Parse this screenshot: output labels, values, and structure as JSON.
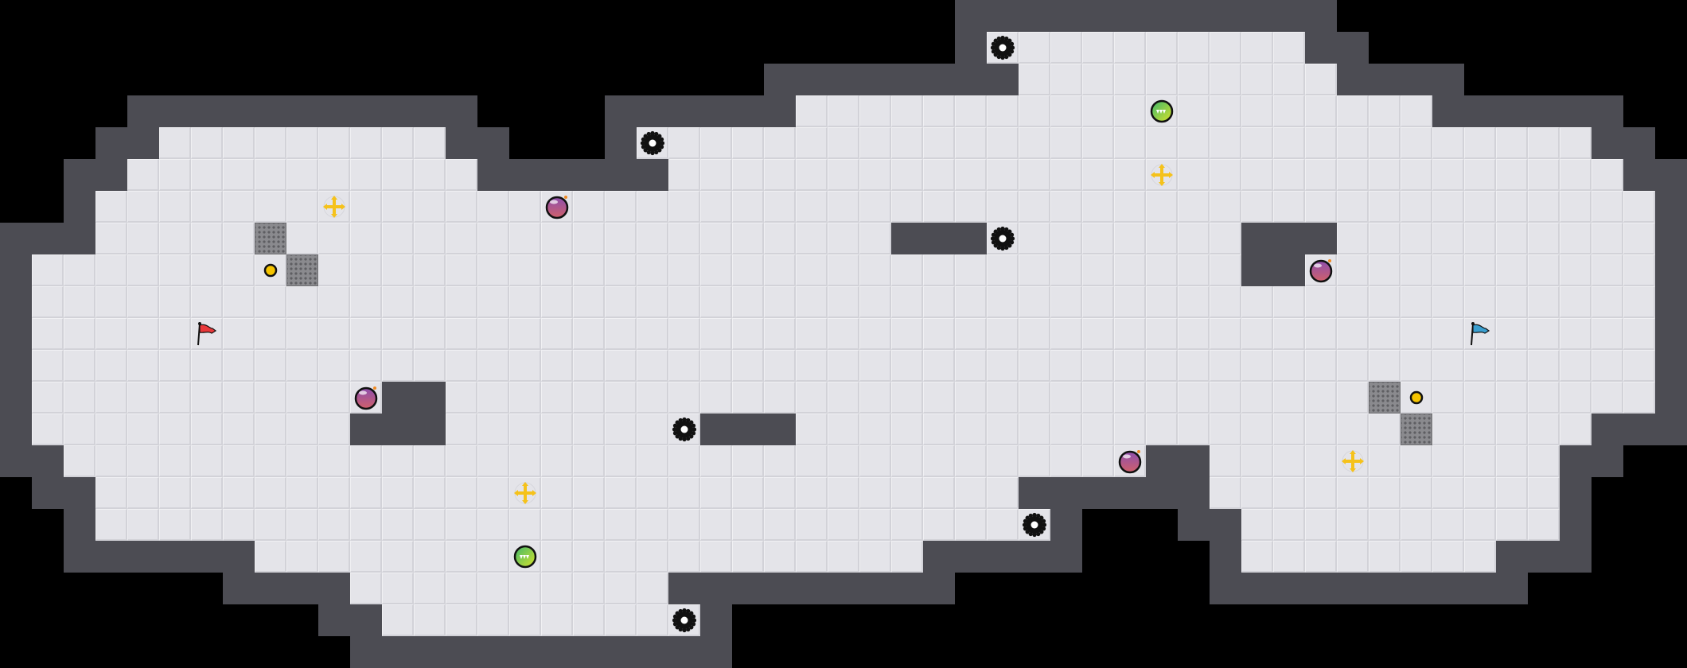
{
  "map": {
    "title": "",
    "colors": {
      "floor": "#e4e4e9",
      "wall": "#4c4c53",
      "background": "#000000",
      "red_flag": "#e8383a",
      "blue_flag": "#3a9fd0",
      "bomb": "#9a4fa0",
      "boost": "#f5c21b",
      "powerup": "#6cc24a",
      "spike": "#111111",
      "ball": "#f5c400"
    },
    "entities": {
      "flags": [
        "red-flag",
        "blue-flag"
      ],
      "bombs": 4,
      "boosts": 4,
      "powerups": 2,
      "spikes": 6,
      "portals": 2,
      "grates": 4
    }
  }
}
